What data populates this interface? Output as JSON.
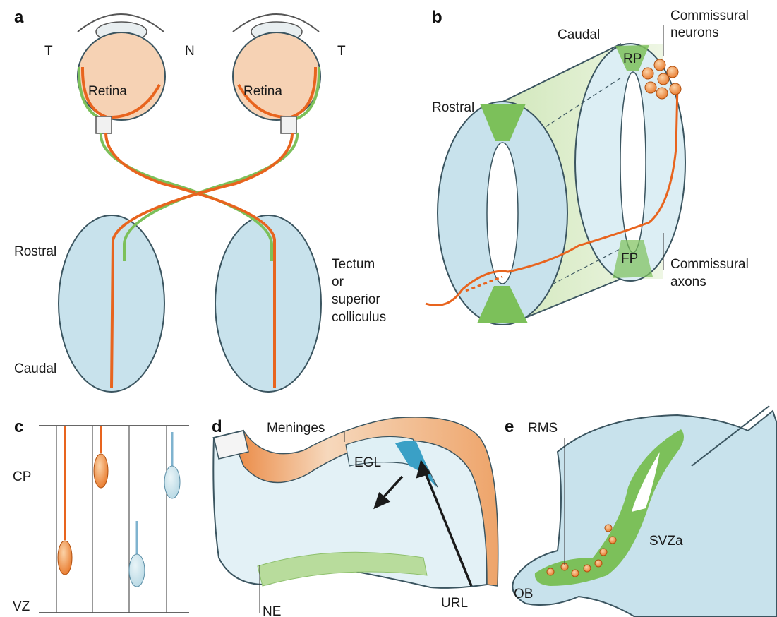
{
  "panels": {
    "a": {
      "letter": "a",
      "labels": {
        "temporal_left": "T",
        "nasal": "N",
        "temporal_right": "T",
        "retina_left": "Retina",
        "retina_right": "Retina",
        "rostral": "Rostral",
        "caudal": "Caudal",
        "tectum_1": "Tectum",
        "tectum_2": "or",
        "tectum_3": "superior",
        "tectum_4": "colliculus"
      }
    },
    "b": {
      "letter": "b",
      "labels": {
        "caudal": "Caudal",
        "rostral": "Rostral",
        "rp": "RP",
        "fp": "FP",
        "neurons_1": "Commissural",
        "neurons_2": "neurons",
        "axons_1": "Commissural",
        "axons_2": "axons"
      }
    },
    "c": {
      "letter": "c",
      "labels": {
        "cp": "CP",
        "vz": "VZ"
      }
    },
    "d": {
      "letter": "d",
      "labels": {
        "meninges": "Meninges",
        "egl": "EGL",
        "ne": "NE",
        "url": "URL"
      }
    },
    "e": {
      "letter": "e",
      "labels": {
        "rms": "RMS",
        "svza": "SVZa",
        "ob": "OB"
      }
    }
  },
  "colors": {
    "tissue_blue": "#c8e2ec",
    "tissue_light": "#e3f1f6",
    "outline": "#3b5560",
    "orange": "#e8641e",
    "green": "#7cc05a",
    "green_light": "#b8dc9c",
    "skin": "#f6d2b4"
  }
}
